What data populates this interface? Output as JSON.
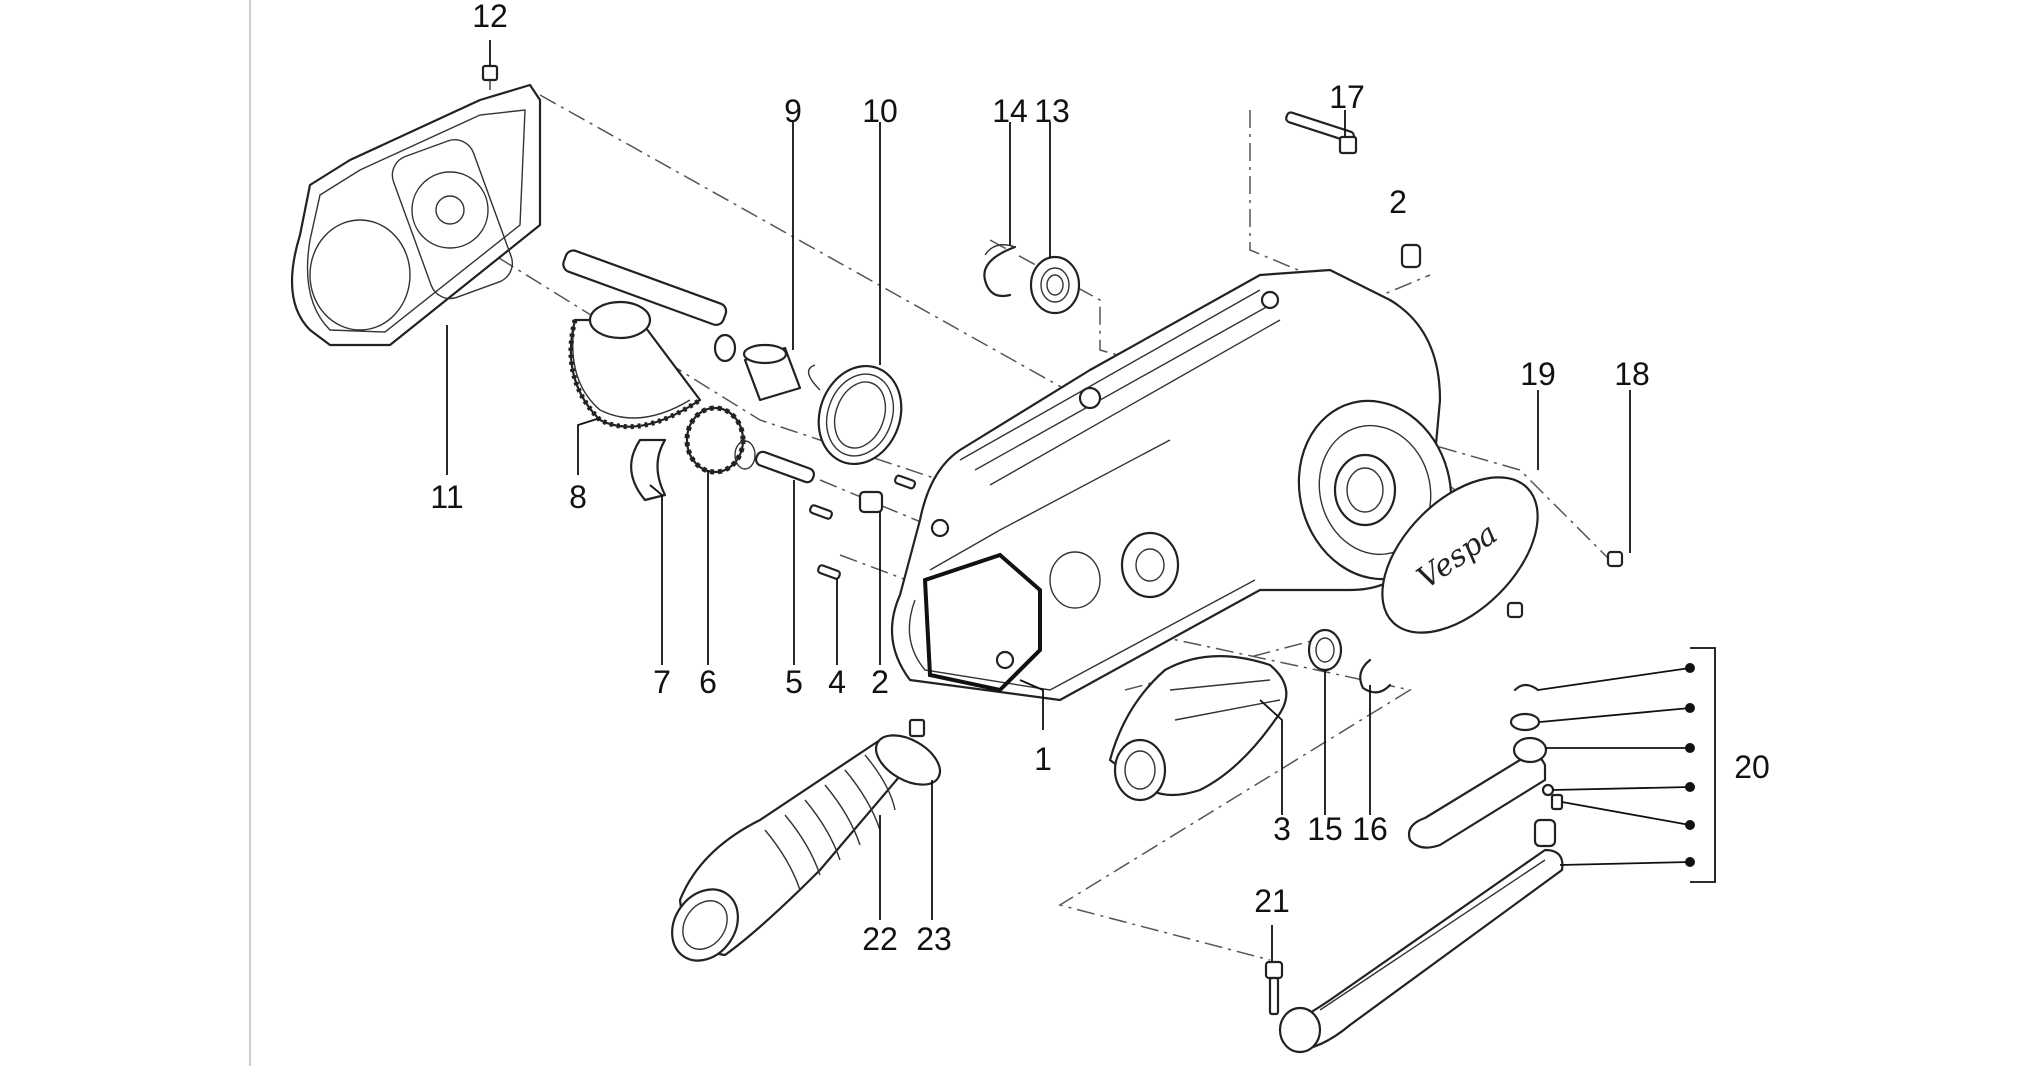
{
  "diagram": {
    "labels": {
      "l1": "1",
      "l2a": "2",
      "l2b": "2",
      "l3": "3",
      "l4": "4",
      "l5": "5",
      "l6": "6",
      "l7": "7",
      "l8": "8",
      "l9": "9",
      "l10": "10",
      "l11": "11",
      "l12": "12",
      "l13": "13",
      "l14": "14",
      "l15": "15",
      "l16": "16",
      "l17": "17",
      "l18": "18",
      "l19": "19",
      "l20": "20",
      "l21": "21",
      "l22": "22",
      "l23": "23"
    },
    "brand_logo_text": "Vespa"
  }
}
